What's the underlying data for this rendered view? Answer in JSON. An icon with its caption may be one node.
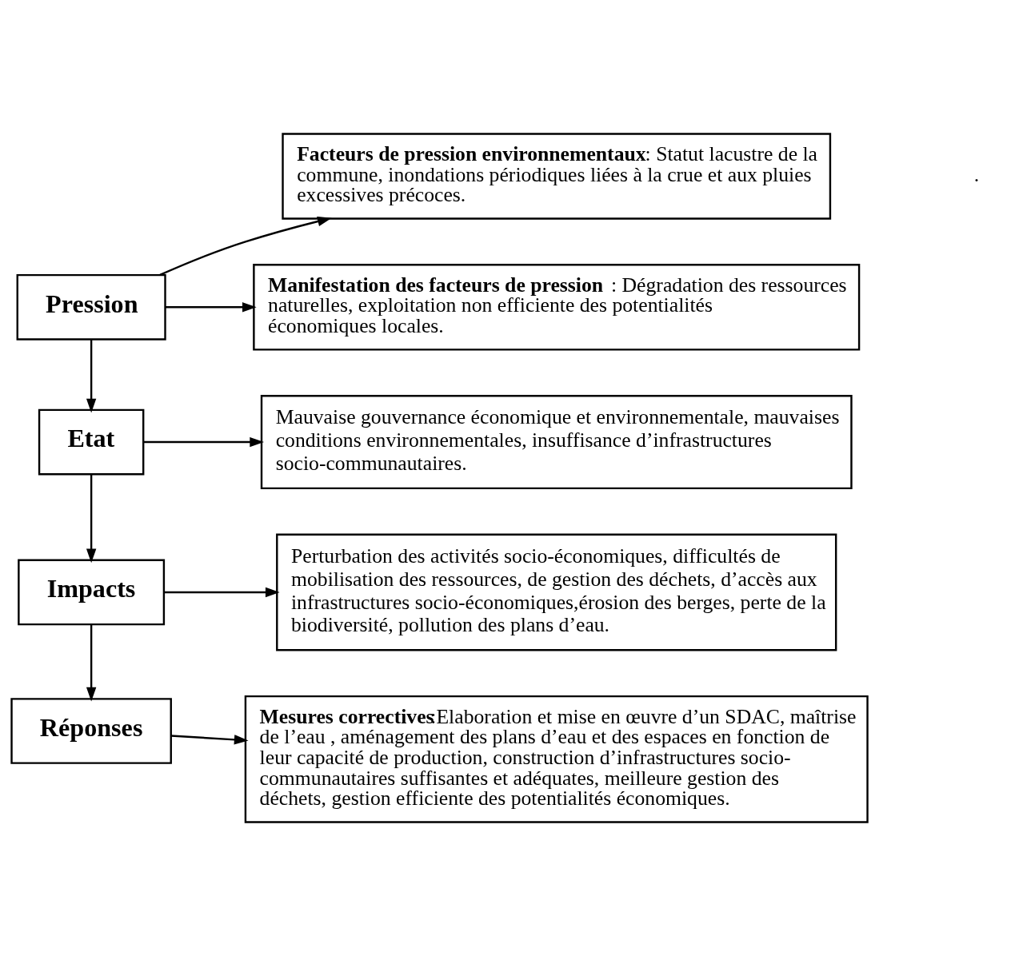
{
  "diagram": {
    "nodes": [
      {
        "text": [
          "Pression"
        ]
      },
      {
        "text": [
          "**Facteurs de pression environnementaux**: Statut lacustre de la commune, inondations périodiques liées à la crue et aux pluies excessives précoces."
        ]
      },
      {
        "text": [
          "**Manifestation des facteurs de pression** : Dégradation des ressources naturelles, exploitation non efficiente des potentialités économiques locales."
        ]
      },
      {
        "text": [
          "Etat"
        ]
      },
      {
        "text": [
          "Mauvaise gouvernance économique et environnementale, mauvaises conditions environnementales, insuffisance d’infrastructures socio-communautaires."
        ]
      },
      {
        "text": [
          "Impacts"
        ]
      },
      {
        "text": [
          "Perturbation des activités socio-économiques, difficultés de mobilisation des ressources, de gestion des déchets, d’accès aux infrastructures socio-économiques,érosion des berges, perte de la biodiversité, pollution des plans d’eau."
        ]
      },
      {
        "text": [
          "Réponses"
        ]
      },
      {
        "text": [
          "**Mesures correctives**:Elaboration et mise en œuvre d’un SDAC, maîtrise de l’eau , aménagement des plans d’eau et des espaces en fonction de leur capacité de production, construction d’infrastructures socio- communautaires suffisantes et adéquates, meilleure gestion des déchets, gestion efficiente des potentialités économiques."
        ]
      }
    ],
    "edges": [
      {
        "from": 0,
        "to": 1,
        "arrow": "to"
      },
      {
        "from": 0,
        "to": 2,
        "arrow": "to"
      },
      {
        "from": 0,
        "to": 3,
        "arrow": "to"
      },
      {
        "from": 3,
        "to": 4,
        "arrow": "to"
      },
      {
        "from": 3,
        "to": 5,
        "arrow": "to"
      },
      {
        "from": 5,
        "to": 6,
        "arrow": "to"
      },
      {
        "from": 5,
        "to": 7,
        "arrow": "to"
      },
      {
        "from": 7,
        "to": 8,
        "arrow": "to"
      }
    ],
    "labels": [
      "."
    ]
  }
}
